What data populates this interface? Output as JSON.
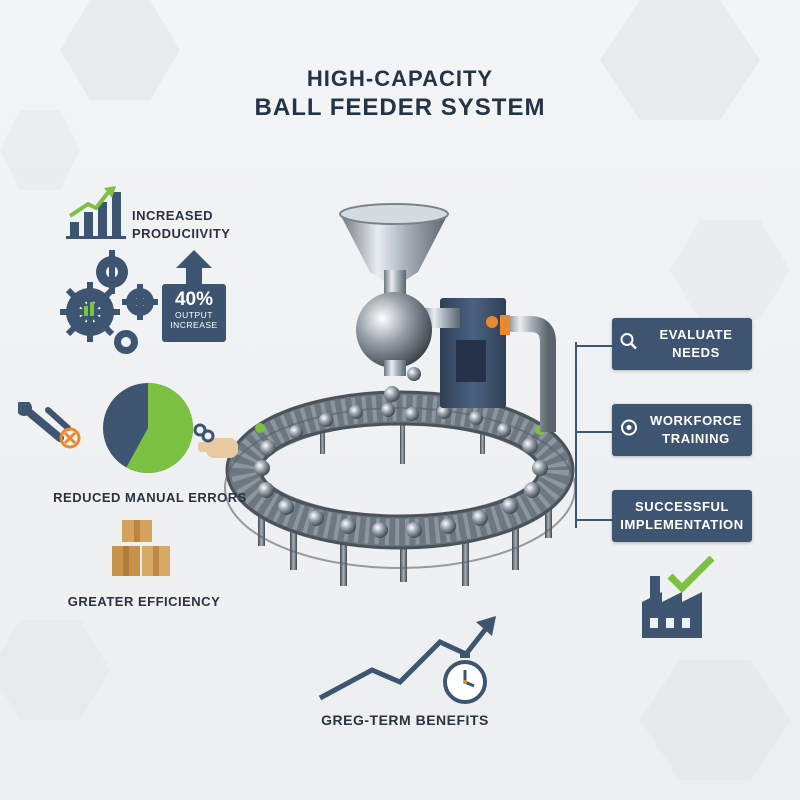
{
  "title": {
    "line1": "HIGH-CAPACITY",
    "line2": "BALL FEEDER SYSTEM"
  },
  "left": {
    "productivity_label": "INCREASED PRODUCIIVITY",
    "output_badge": {
      "value": "40%",
      "line1": "OUTPUT",
      "line2": "INCREASE"
    },
    "errors_label": "REDUCED MANUAL ERRORS",
    "efficiency_label": "GREATER EFFICIENCY"
  },
  "right": {
    "steps": [
      {
        "label": "EVALUATE NEEDS",
        "icon": "magnifier-icon"
      },
      {
        "label": "WORKFORCE TRAINING",
        "icon": "brain-gear-icon"
      },
      {
        "label": "SUCCESSFUL IMPLEMENTATION",
        "icon": "none"
      }
    ]
  },
  "bottom": {
    "benefits_label": "GREG-TERM BENEFITS"
  },
  "colors": {
    "navy": "#3e5572",
    "green": "#7cc142",
    "dark_text": "#243447",
    "accent_orange": "#e8892f"
  },
  "pie": {
    "green_fraction": 0.58,
    "blue_fraction": 0.42
  }
}
